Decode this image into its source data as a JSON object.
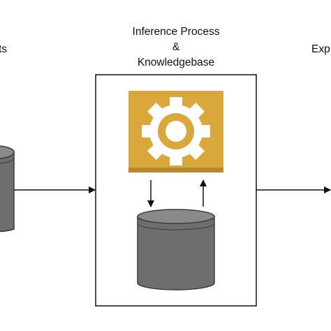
{
  "labels": {
    "left_partial": "ts",
    "center_line1": "Inference Process",
    "center_line2": "&",
    "center_line3": "Knowledgebase",
    "right_partial": "Exp"
  },
  "icons": {
    "engine": "gear-icon",
    "database": "database-cylinder-icon"
  },
  "colors": {
    "gear_tile": "#D9A73A",
    "gear_tile_dark": "#B8892A",
    "gear": "#FFFFFF",
    "cylinder_body": "#6E6E6E",
    "cylinder_top": "#8A8A8A",
    "cylinder_stroke": "#3A3A3A",
    "lines": "#111111"
  }
}
